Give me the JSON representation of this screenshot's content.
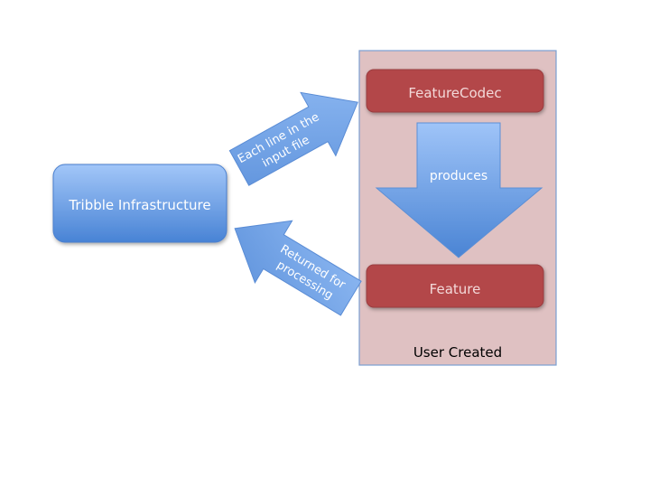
{
  "diagram": {
    "infrastructure_box": {
      "label": "Tribble Infrastructure"
    },
    "user_panel": {
      "label": "User Created",
      "codec_box": {
        "label": "FeatureCodec"
      },
      "feature_box": {
        "label": "Feature"
      },
      "produces_arrow": {
        "label": "produces"
      }
    },
    "arrow_to_codec": {
      "label_line1": "Each line in the",
      "label_line2": "input file"
    },
    "arrow_to_infra": {
      "label_line1": "Returned for",
      "label_line2": "processing"
    }
  },
  "colors": {
    "blue_light": "#9cc2f7",
    "blue_dark": "#4a85d6",
    "red_box": "#b3474a",
    "panel_fill": "#dfc1c2",
    "panel_border": "#7b9fd1",
    "white_text": "#ffffff",
    "panel_label_text": "#000000",
    "red_box_text": "#f3d9d9"
  }
}
